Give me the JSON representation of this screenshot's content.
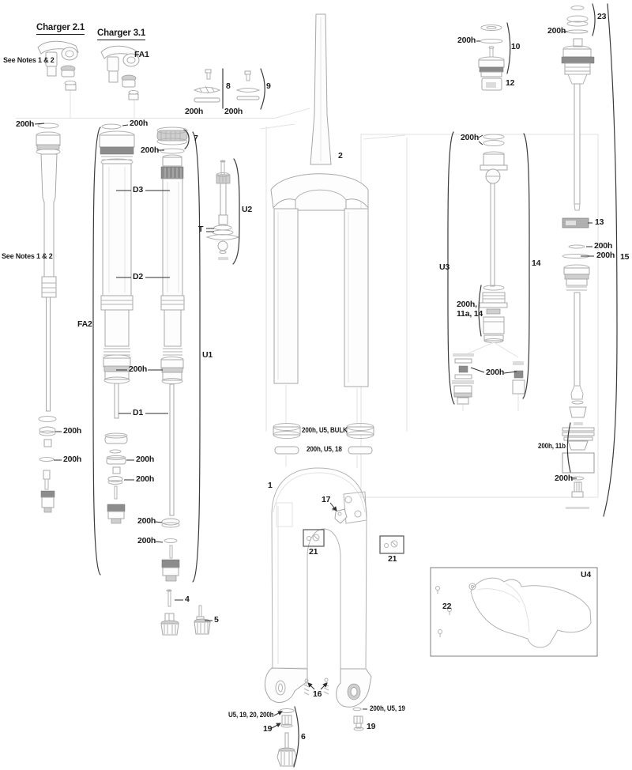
{
  "strings": {
    "h200": "200h"
  },
  "headings": {
    "charger21": "Charger 2.1",
    "charger31": "Charger 3.1"
  },
  "notes": {
    "see_notes_top": "See Notes 1 & 2",
    "see_notes_left": "See Notes 1 & 2"
  },
  "group_labels": {
    "fa1": "FA1",
    "fa2": "FA2",
    "u1": "U1",
    "u2": "U2",
    "u3": "U3",
    "u4": "U4",
    "t_label": "T"
  },
  "dim_labels": {
    "d1": "D1",
    "d2": "D2",
    "d3": "D3"
  },
  "item_numbers": {
    "n1": "1",
    "n2": "2",
    "n4": "4",
    "n5": "5",
    "n6": "6",
    "n7": "7",
    "n8": "8",
    "n9": "9",
    "n10": "10",
    "n12": "12",
    "n13": "13",
    "n14": "14",
    "n15": "15",
    "n16": "16",
    "n17": "17",
    "n19": "19",
    "n21": "21",
    "n22": "22",
    "n23": "23"
  },
  "combo_labels": {
    "bulk_seal": "200h, U5, BULK",
    "foam_ring": "200h, U5, 18",
    "seal_11a_line1": "200h,",
    "seal_11a_line2": "11a, 14",
    "seal_11b": "200h, 11b",
    "rebound_assy": "U5, 19, 20, 200h",
    "bolt_right": "200h, U5, 19"
  }
}
